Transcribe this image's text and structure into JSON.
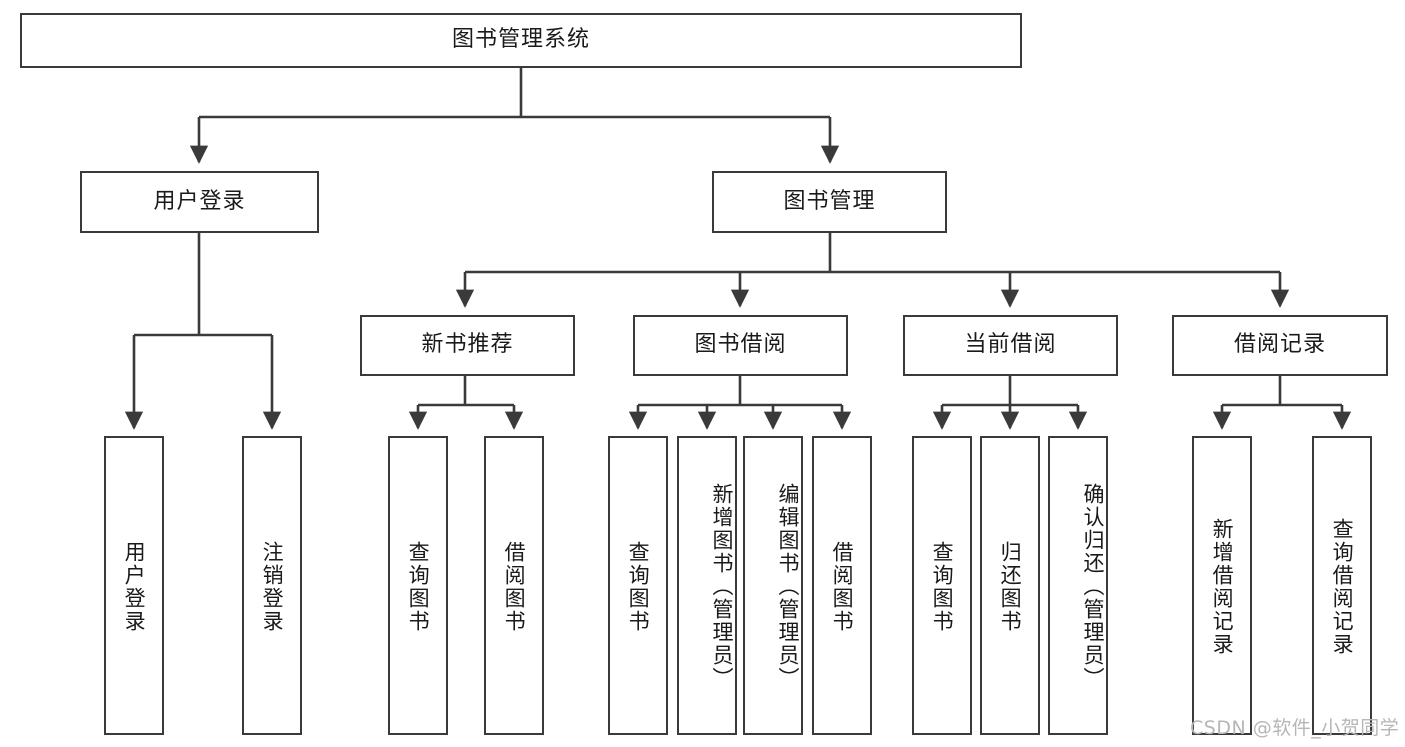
{
  "diagram": {
    "type": "tree-hierarchy",
    "title": "图书管理系统",
    "root": {
      "label": "图书管理系统"
    },
    "level2": [
      {
        "id": "user-login",
        "label": "用户登录"
      },
      {
        "id": "book-manage",
        "label": "图书管理"
      }
    ],
    "level3": [
      {
        "id": "new-book-recommend",
        "label": "新书推荐",
        "parent": "book-manage"
      },
      {
        "id": "book-borrow",
        "label": "图书借阅",
        "parent": "book-manage"
      },
      {
        "id": "current-borrow",
        "label": "当前借阅",
        "parent": "book-manage"
      },
      {
        "id": "borrow-record",
        "label": "借阅记录",
        "parent": "book-manage"
      }
    ],
    "leaves": {
      "user_login": [
        {
          "id": "leaf-user-login",
          "label": "用户登录"
        },
        {
          "id": "leaf-user-logout",
          "label": "注销登录"
        }
      ],
      "new_book_recommend": [
        {
          "id": "leaf-query-book-1",
          "label": "查询图书"
        },
        {
          "id": "leaf-borrow-book-1",
          "label": "借阅图书"
        }
      ],
      "book_borrow": [
        {
          "id": "leaf-query-book-2",
          "label": "查询图书"
        },
        {
          "id": "leaf-add-book",
          "label": "新增图书（管理员）"
        },
        {
          "id": "leaf-edit-book",
          "label": "编辑图书（管理员）"
        },
        {
          "id": "leaf-borrow-book-2",
          "label": "借阅图书"
        }
      ],
      "current_borrow": [
        {
          "id": "leaf-query-book-3",
          "label": "查询图书"
        },
        {
          "id": "leaf-return-book",
          "label": "归还图书"
        },
        {
          "id": "leaf-confirm-return",
          "label": "确认归还（管理员）"
        }
      ],
      "borrow_record": [
        {
          "id": "leaf-add-record",
          "label": "新增借阅记录"
        },
        {
          "id": "leaf-query-record",
          "label": "查询借阅记录"
        }
      ]
    }
  },
  "watermark": {
    "text": "CSDN @软件_小贺同学"
  },
  "colors": {
    "border": "#3a3a3a",
    "text": "#1a1a1a",
    "background": "#ffffff",
    "watermark": "#b6b6b6"
  }
}
